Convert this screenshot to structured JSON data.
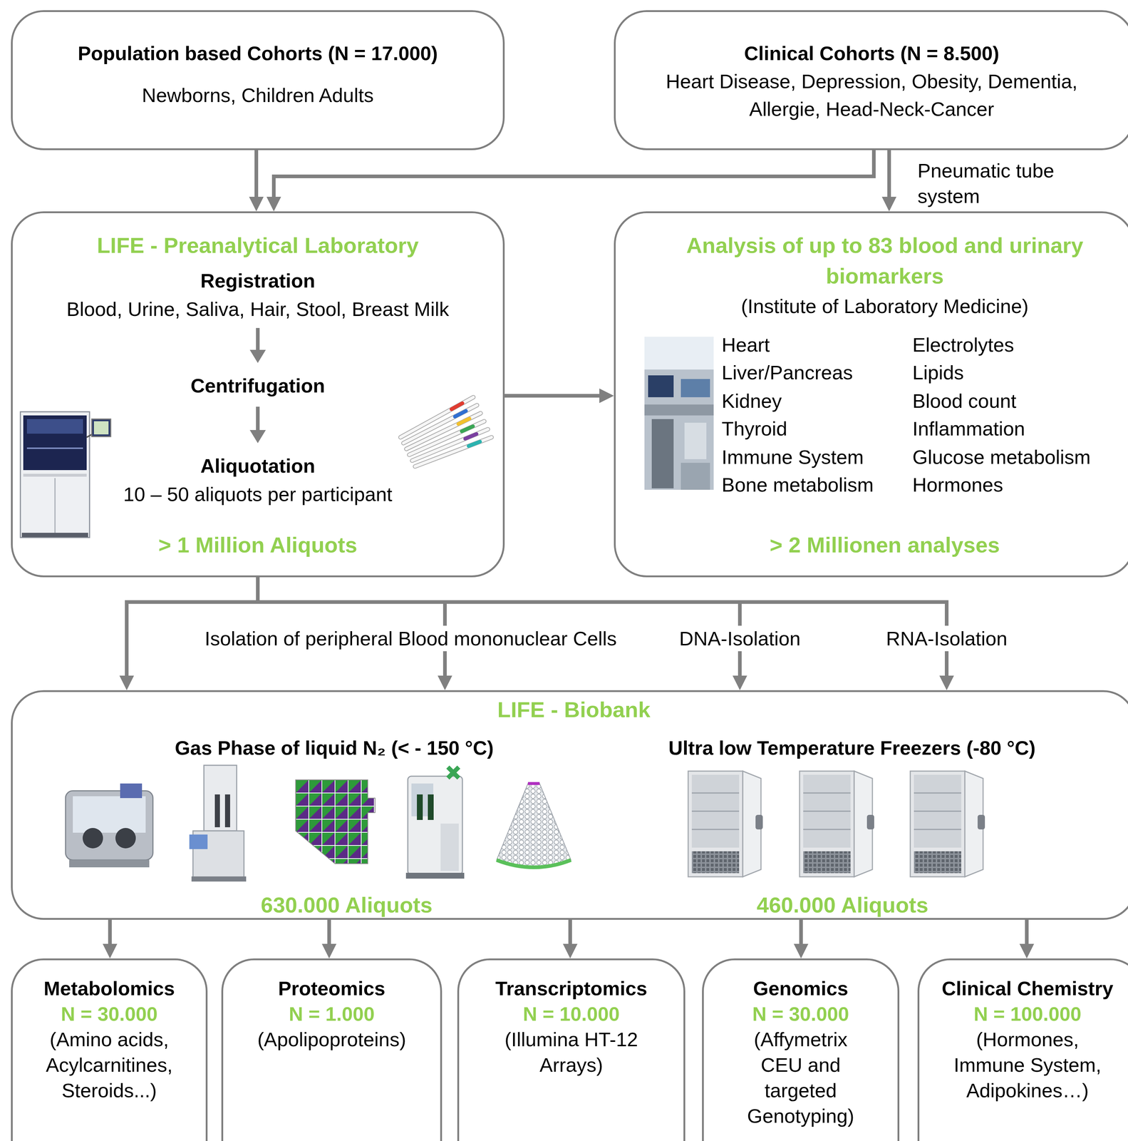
{
  "diagram": {
    "nodes": [
      {
        "text": [
          "Population based Cohorts (N = 17.000)",
          "Newborns, Children Adults"
        ]
      },
      {
        "text": [
          "Clinical Cohorts (N = 8.500)",
          "Heart Disease, Depression, Obesity, Dementia, Allergie, Head-Neck-Cancer"
        ]
      },
      {
        "text": [
          "LIFE - Preanalytical Laboratory",
          "Registration",
          "Blood, Urine, Saliva, Hair, Stool, Breast Milk",
          "Centrifugation",
          "Aliquotation",
          "10 – 50 aliquots per participant",
          "> 1 Million Aliquots"
        ]
      },
      {
        "text": [
          "Analysis of up to 83 blood and urinary biomarkers",
          "(Institute of Laboratory Medicine)",
          "Heart",
          "Liver/Pancreas",
          "Kidney",
          "Thyroid",
          "Immune System",
          "Bone metabolism",
          "Electrolytes",
          "Lipids",
          "Blood count",
          "Inflammation",
          "Glucose metabolism",
          "Hormones",
          "> 2 Millionen analyses"
        ]
      },
      {
        "text": [
          "LIFE - Biobank",
          "Gas Phase of liquid N₂ (< - 150 °C)",
          "Ultra low Temperature Freezers (-80 °C)",
          "630.000 Aliquots",
          "460.000 Aliquots"
        ]
      },
      {
        "text": [
          "Metabolomics",
          "N = 30.000",
          "(Amino acids, Acylcarnitines, Steroids...)"
        ]
      },
      {
        "text": [
          "Proteomics",
          "N = 1.000",
          "(Apolipoproteins)"
        ]
      },
      {
        "text": [
          "Transcriptomics",
          "N = 10.000",
          "(Illumina HT-12 Arrays)"
        ]
      },
      {
        "text": [
          "Genomics",
          "N = 30.000",
          "(Affymetrix CEU and targeted Genotyping)"
        ]
      },
      {
        "text": [
          "Clinical Chemistry",
          "N = 100.000",
          "(Hormones, Immune System, Adipokines…)"
        ]
      }
    ],
    "edges": [
      {
        "from": 0,
        "to": 2,
        "arrow": "to"
      },
      {
        "from": 1,
        "to": 2,
        "arrow": "to"
      },
      {
        "from": 1,
        "to": 3,
        "label": "Pneumatic tube system",
        "arrow": "to"
      },
      {
        "from": 2,
        "to": 3,
        "arrow": "to"
      },
      {
        "from": 2,
        "to": 4,
        "arrow": "to"
      },
      {
        "from": 2,
        "to": 4,
        "label": "Isolation of peripheral Blood mononuclear Cells",
        "arrow": "to"
      },
      {
        "from": 2,
        "to": 4,
        "label": "DNA-Isolation",
        "arrow": "to"
      },
      {
        "from": 2,
        "to": 4,
        "label": "RNA-Isolation",
        "arrow": "to"
      },
      {
        "from": 4,
        "to": 5,
        "arrow": "to"
      },
      {
        "from": 4,
        "to": 6,
        "arrow": "to"
      },
      {
        "from": 4,
        "to": 7,
        "arrow": "to"
      },
      {
        "from": 4,
        "to": 8,
        "arrow": "to"
      },
      {
        "from": 4,
        "to": 9,
        "arrow": "to"
      }
    ]
  }
}
